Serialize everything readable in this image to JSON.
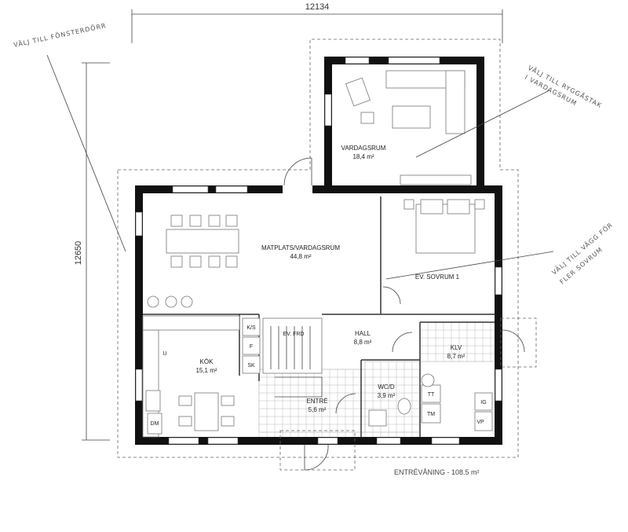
{
  "dimensions": {
    "width": "12134",
    "height": "12650"
  },
  "floor_label": "ENTRÉVÅNING - 108.5 m²",
  "rooms": {
    "vardagsrum": {
      "name": "VARDAGSRUM",
      "area": "18,4 m²"
    },
    "matplats": {
      "name": "MATPLATS/VARDAGSRUM",
      "area": "44,8 m²"
    },
    "sovrum": {
      "name": "EV. SOVRUM 1"
    },
    "hall": {
      "name": "HALL",
      "area": "8,8 m²"
    },
    "klv": {
      "name": "KLV",
      "area": "8,7 m²"
    },
    "kok": {
      "name": "KÖK",
      "area": "15,1 m²"
    },
    "entre": {
      "name": "ENTRÉ",
      "area": "5,6 m²"
    },
    "wc": {
      "name": "WC/D",
      "area": "3,9 m²"
    },
    "frd": {
      "name": "EV. FRD"
    }
  },
  "fixtures": {
    "ks": "K/S",
    "f": "F",
    "sk": "SK",
    "u": "U",
    "dm": "DM",
    "tt": "TT",
    "tm": "TM",
    "ig": "IG",
    "vp": "VP"
  },
  "notes": {
    "fonsterdorr": "VÄLJ TILL FÖNSTERDÖRR",
    "ryggastak_1": "VÄLJ TILL RYGGÅSTAK",
    "ryggastak_2": "I VARDAGSRUM",
    "vagg_1": "VÄLJ TILL VÄGG FÖR",
    "vagg_2": "FLER SOVRUM"
  }
}
